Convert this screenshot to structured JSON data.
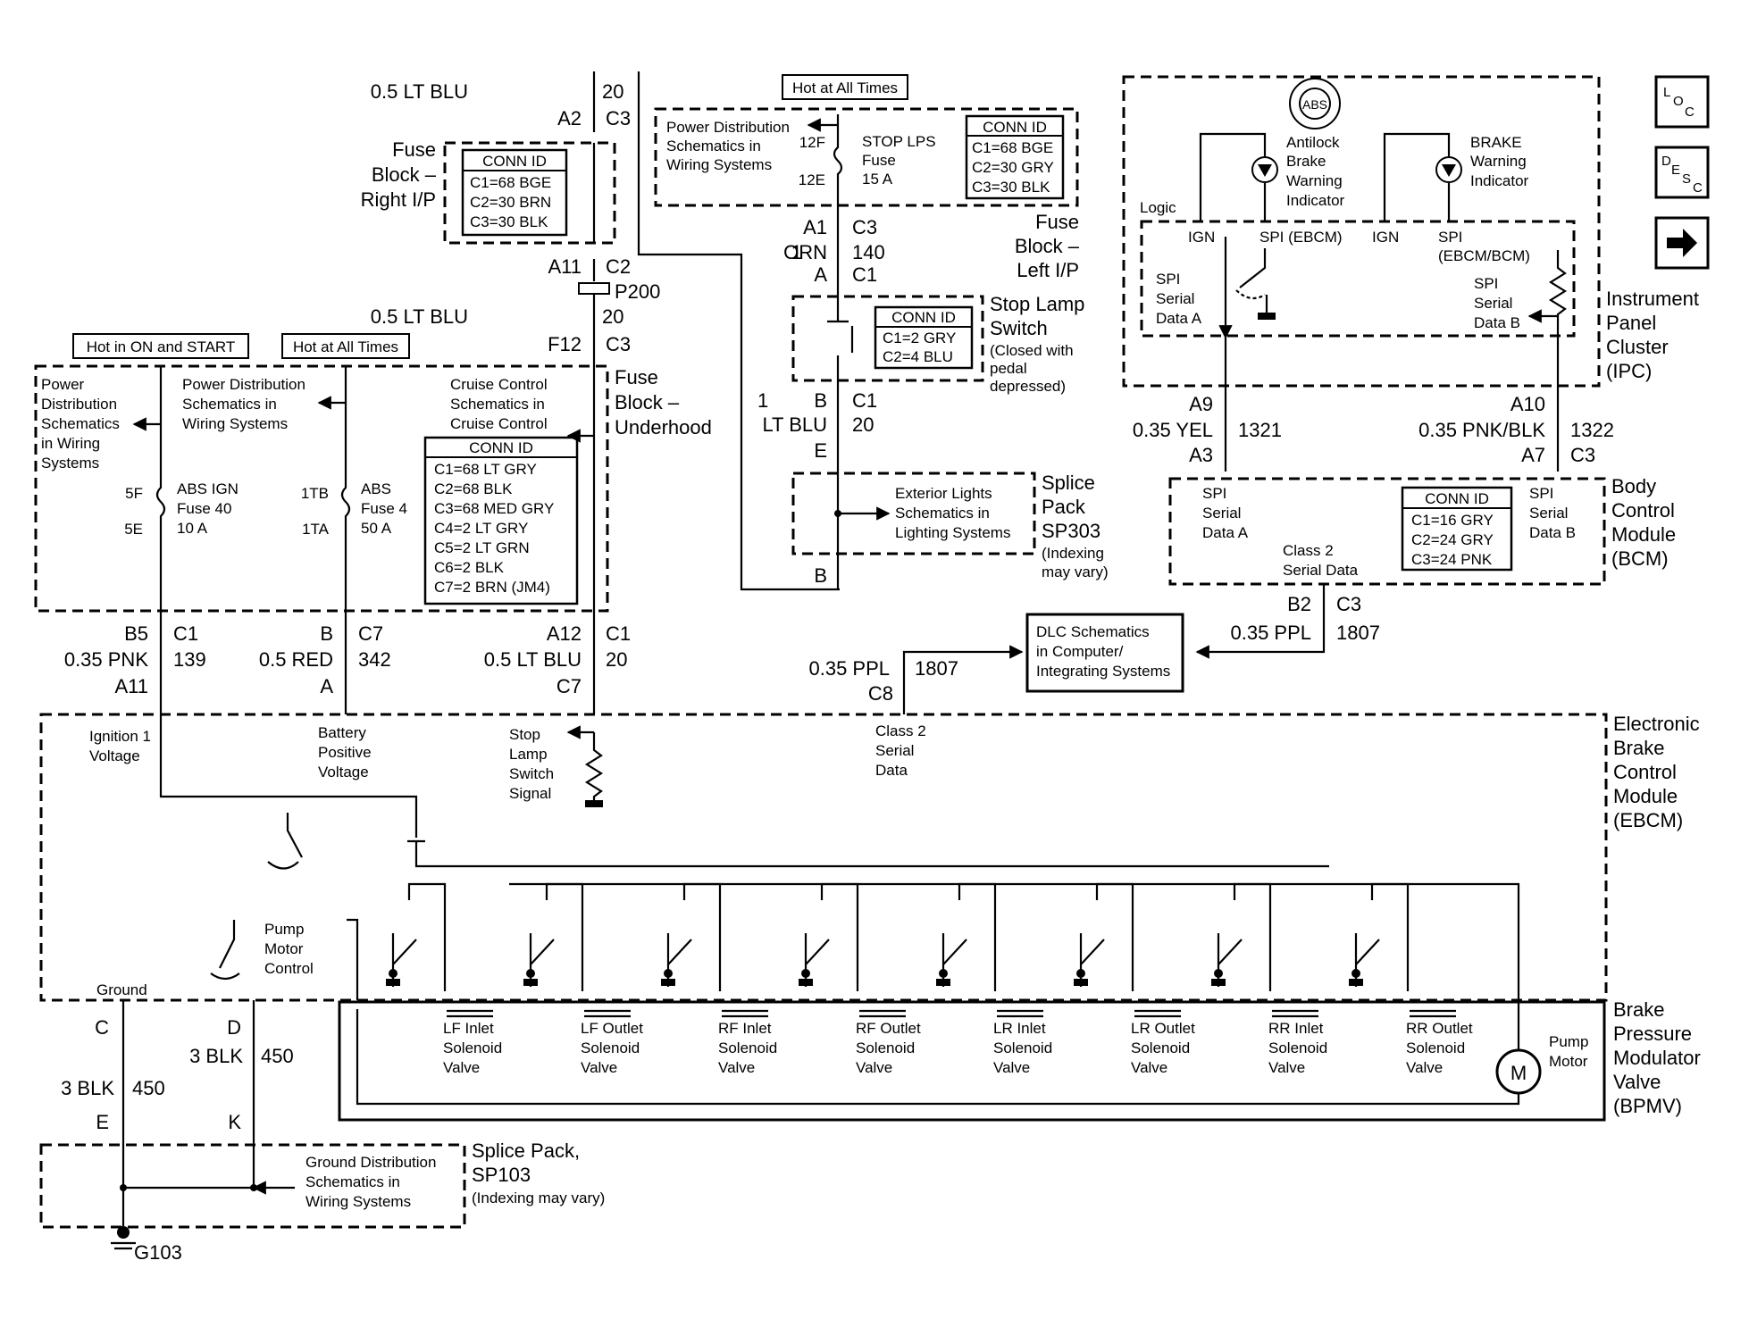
{
  "diagram": {
    "nav_icons": {
      "loc": "LOC",
      "desc": "DESC",
      "next": "arrow-right-icon"
    },
    "top_left_conn": {
      "gauge_color": "0.5 LT BLU",
      "circuit": "20",
      "pin": "A2",
      "conn": "C3"
    },
    "fuse_block_right": {
      "title_lines": [
        "Fuse",
        "Block –",
        "Right I/P"
      ],
      "conn_title": "CONN ID",
      "conn_rows": [
        "C1=68 BGE",
        "C2=30 BRN",
        "C3=30 BLK"
      ]
    },
    "p200": {
      "pin": "A11",
      "conn": "C2",
      "label": "P200",
      "gauge_color": "0.5 LT BLU",
      "circuit": "20",
      "pin2": "F12",
      "conn2": "C3"
    },
    "fuse_block_left": {
      "hot_label": "Hot at All Times",
      "pd_lines": [
        "Power Distribution",
        "Schematics in",
        "Wiring Systems"
      ],
      "fuse_pin_top": "12F",
      "fuse_pin_bot": "12E",
      "fuse_lines": [
        "STOP LPS",
        "Fuse",
        "15 A"
      ],
      "conn_title": "CONN ID",
      "conn_rows": [
        "C1=68 BGE",
        "C2=30 GRY",
        "C3=30 BLK"
      ],
      "title_lines": [
        "Fuse",
        "Block –",
        "Left I/P"
      ],
      "out_pin": "A1",
      "out_conn": "C3",
      "wire_gauge": "1",
      "wire_color": "ORN",
      "wire_circuit": "140",
      "sw_pin": "A",
      "sw_conn": "C1"
    },
    "stop_lamp_switch": {
      "title_lines": [
        "Stop Lamp",
        "Switch"
      ],
      "note_lines": [
        "(Closed with",
        "pedal",
        "depressed)"
      ],
      "conn_title": "CONN ID",
      "conn_rows": [
        "C1=2 GRY",
        "C2=4 BLU"
      ],
      "out_pin": "B",
      "out_conn": "C1",
      "wire_gauge": "1",
      "wire_color": "LT BLU",
      "wire_circuit": "20",
      "splice_pin": "E"
    },
    "sp303": {
      "title_lines": [
        "Splice",
        "Pack",
        "SP303"
      ],
      "note_lines": [
        "(Indexing",
        "may vary)"
      ],
      "ext_lines": [
        "Exterior Lights",
        "Schematics in",
        "Lighting Systems"
      ],
      "out_pin": "B"
    },
    "ipc": {
      "abs_label": "ABS",
      "antilock_lines": [
        "Antilock",
        "Brake",
        "Warning",
        "Indicator"
      ],
      "brake_lines": [
        "BRAKE",
        "Warning",
        "Indicator"
      ],
      "logic": "Logic",
      "ign1": "IGN",
      "spi1": "SPI (EBCM)",
      "ign2": "IGN",
      "spi2_lines": [
        "SPI",
        "(EBCM/BCM)"
      ],
      "spi_a_lines": [
        "SPI",
        "Serial",
        "Data A"
      ],
      "spi_b_lines": [
        "SPI",
        "Serial",
        "Data B"
      ],
      "title_lines": [
        "Instrument",
        "Panel",
        "Cluster",
        "(IPC)"
      ],
      "pin_a": "A9",
      "pin_b": "A10"
    },
    "bcm_wires": {
      "a_gauge_color": "0.35 YEL",
      "a_circuit": "1321",
      "a_pin": "A3",
      "b_gauge_color": "0.35 PNK/BLK",
      "b_circuit": "1322",
      "b_pin": "A7",
      "b_conn": "C3"
    },
    "bcm": {
      "spi_a_lines": [
        "SPI",
        "Serial",
        "Data A"
      ],
      "spi_b_lines": [
        "SPI",
        "Serial",
        "Data B"
      ],
      "class2_lines": [
        "Class 2",
        "Serial Data"
      ],
      "conn_title": "CONN ID",
      "conn_rows": [
        "C1=16 GRY",
        "C2=24 GRY",
        "C3=24 PNK"
      ],
      "title_lines": [
        "Body",
        "Control",
        "Module",
        "(BCM)"
      ],
      "out_pin": "B2",
      "out_conn": "C3",
      "wire_gauge_color": "0.35 PPL",
      "wire_circuit": "1807"
    },
    "dlc": {
      "lines": [
        "DLC Schematics",
        "in Computer/",
        "Integrating Systems"
      ],
      "gauge_color": "0.35 PPL",
      "circuit": "1807",
      "pin": "C8"
    },
    "fuse_block_underhood": {
      "hot_on_start": "Hot in ON and START",
      "hot_all_times": "Hot at All Times",
      "pd1_lines": [
        "Power",
        "Distribution",
        "Schematics",
        "in Wiring",
        "Systems"
      ],
      "pd2_lines": [
        "Power Distribution",
        "Schematics in",
        "Wiring Systems"
      ],
      "cruise_lines": [
        "Cruise Control",
        "Schematics in",
        "Cruise Control"
      ],
      "fuse1_pin_top": "5F",
      "fuse1_pin_bot": "5E",
      "fuse1_lines": [
        "ABS IGN",
        "Fuse 40",
        "10 A"
      ],
      "fuse2_pin_top": "1TB",
      "fuse2_pin_bot": "1TA",
      "fuse2_lines": [
        "ABS",
        "Fuse 4",
        "50 A"
      ],
      "conn_title": "CONN ID",
      "conn_rows": [
        "C1=68 LT GRY",
        "C2=68 BLK",
        "C3=68 MED GRY",
        "C4=2 LT GRY",
        "C5=2 LT GRN",
        "C6=2 BLK",
        "C7=2 BRN (JM4)"
      ],
      "title_lines": [
        "Fuse",
        "Block –",
        "Underhood"
      ]
    },
    "ebcm_wires": {
      "w1": {
        "pin": "B5",
        "conn": "C1",
        "gauge_color": "0.35 PNK",
        "circuit": "139",
        "pin2": "A11"
      },
      "w2": {
        "pin": "B",
        "conn": "C7",
        "gauge_color": "0.5 RED",
        "circuit": "342",
        "pin2": "A"
      },
      "w3": {
        "pin": "A12",
        "conn": "C1",
        "gauge_color": "0.5 LT BLU",
        "circuit": "20",
        "pin2": "C7"
      }
    },
    "ebcm": {
      "ign_lines": [
        "Ignition 1",
        "Voltage"
      ],
      "batt_lines": [
        "Battery",
        "Positive",
        "Voltage"
      ],
      "stop_lines": [
        "Stop",
        "Lamp",
        "Switch",
        "Signal"
      ],
      "class2_lines": [
        "Class 2",
        "Serial",
        "Data"
      ],
      "pump_lines": [
        "Pump",
        "Motor",
        "Control"
      ],
      "ground": "Ground",
      "title_lines": [
        "Electronic",
        "Brake",
        "Control",
        "Module",
        "(EBCM)"
      ]
    },
    "bpmv": {
      "valves": [
        [
          "LF Inlet",
          "Solenoid",
          "Valve"
        ],
        [
          "LF Outlet",
          "Solenoid",
          "Valve"
        ],
        [
          "RF Inlet",
          "Solenoid",
          "Valve"
        ],
        [
          "RF Outlet",
          "Solenoid",
          "Valve"
        ],
        [
          "LR Inlet",
          "Solenoid",
          "Valve"
        ],
        [
          "LR Outlet",
          "Solenoid",
          "Valve"
        ],
        [
          "RR Inlet",
          "Solenoid",
          "Valve"
        ],
        [
          "RR Outlet",
          "Solenoid",
          "Valve"
        ]
      ],
      "pump_lines": [
        "Pump",
        "Motor"
      ],
      "motor_symbol": "M",
      "title_lines": [
        "Brake",
        "Pressure",
        "Modulator",
        "Valve",
        "(BPMV)"
      ]
    },
    "ground_wires": {
      "c_pin": "C",
      "d_pin": "D",
      "w1_gauge_color": "3 BLK",
      "w1_circuit": "450",
      "w2_gauge_color": "3 BLK",
      "w2_circuit": "450",
      "e_pin": "E",
      "k_pin": "K"
    },
    "sp103": {
      "title_lines": [
        "Splice Pack,",
        "SP103"
      ],
      "note": "(Indexing may vary)",
      "gd_lines": [
        "Ground Distribution",
        "Schematics in",
        "Wiring Systems"
      ],
      "ground_id": "G103"
    }
  }
}
